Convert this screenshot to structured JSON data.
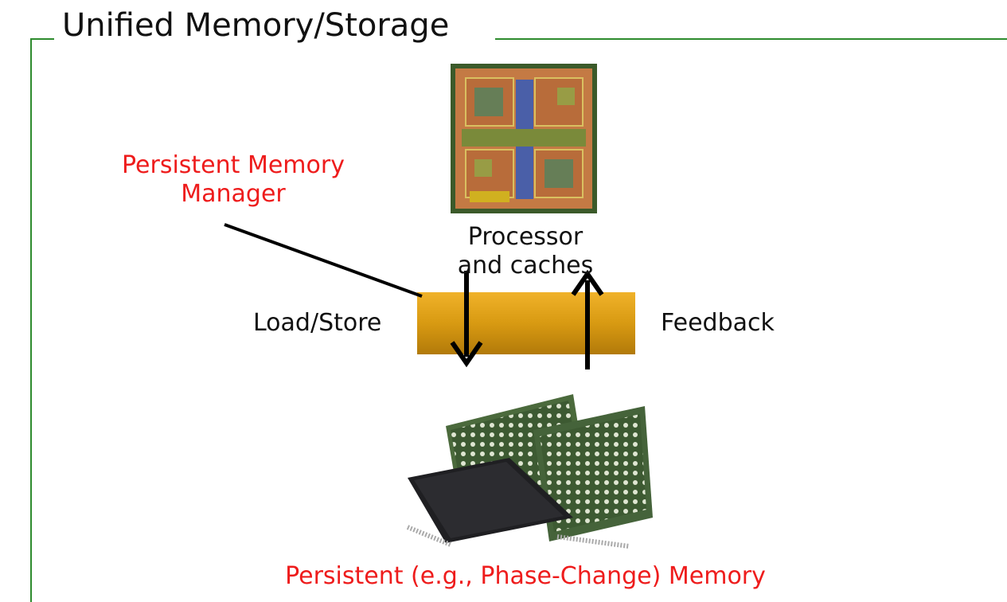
{
  "slide": {
    "title": "Unified Memory/Storage",
    "manager_label": [
      "Persistent Memory",
      "Manager"
    ],
    "processor_label": [
      "Processor",
      "and caches"
    ],
    "load_store_label": "Load/Store",
    "feedback_label": "Feedback",
    "memory_label": "Persistent (e.g., Phase-Change) Memory"
  },
  "colors": {
    "frame": "#2e8b2e",
    "accent_text": "#ee1c1c",
    "interface_bar": "#e0a21a"
  },
  "icons": {
    "processor": "processor-die-image",
    "memory": "memory-chips-image"
  }
}
